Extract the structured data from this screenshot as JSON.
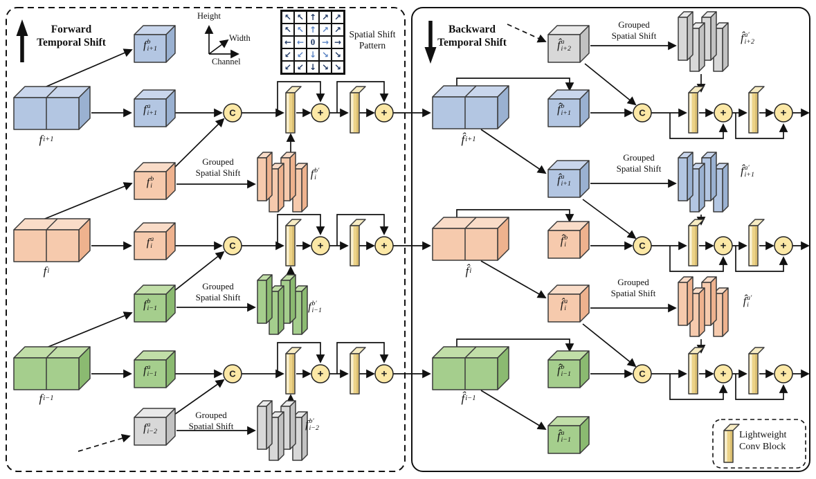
{
  "shared": {
    "grouped": "Grouped\nSpatial Shift",
    "concat": "C",
    "add": "+"
  },
  "left_panel": {
    "title": "Forward\nTemporal Shift",
    "axes": {
      "height": "Height",
      "width": "Width",
      "channel": "Channel"
    },
    "pattern": {
      "title": "Spatial Shift\nPattern",
      "rows": [
        [
          "↖",
          "↖",
          "↑",
          "↗",
          "↗"
        ],
        [
          "↖",
          "↖",
          "↑",
          "↗",
          "↗"
        ],
        [
          "←",
          "←",
          "0",
          "→",
          "→"
        ],
        [
          "↙",
          "↙",
          "↓",
          "↘",
          "↘"
        ],
        [
          "↙",
          "↙",
          "↓",
          "↘",
          "↘"
        ]
      ]
    }
  },
  "right_panel": {
    "title": "Backward\nTemporal Shift"
  },
  "legend": {
    "label": "Lightweight\nConv Block"
  },
  "lm": {
    "f_ip1": {
      "base": "f",
      "sub": "i+1"
    },
    "f_ip1_b": {
      "base": "f",
      "sub": "i+1",
      "sup": "b"
    },
    "f_ip1_a": {
      "base": "f",
      "sub": "i+1",
      "sup": "a"
    },
    "f_i": {
      "base": "f",
      "sub": "i"
    },
    "f_i_b": {
      "base": "f",
      "sub": "i",
      "sup": "b"
    },
    "f_i_a": {
      "base": "f",
      "sub": "i",
      "sup": "a"
    },
    "f_i_bp": {
      "base": "f",
      "sub": "i",
      "sup": "b′"
    },
    "f_im1": {
      "base": "f",
      "sub": "i−1"
    },
    "f_im1_b": {
      "base": "f",
      "sub": "i−1",
      "sup": "b"
    },
    "f_im1_a": {
      "base": "f",
      "sub": "i−1",
      "sup": "a"
    },
    "f_im1_bp": {
      "base": "f",
      "sub": "i−1",
      "sup": "b′"
    },
    "f_im2_a": {
      "base": "f",
      "sub": "i−2",
      "sup": "a"
    },
    "f_im2_bp": {
      "base": "f",
      "sub": "i−2",
      "sup": "b′"
    }
  },
  "rm": {
    "h_ip2_a": {
      "base": "f̂",
      "sub": "i+2",
      "sup": "a"
    },
    "h_ip2_ap": {
      "base": "f̂",
      "sub": "i+2",
      "sup": "a′"
    },
    "h_ip1": {
      "base": "f̂",
      "sub": "i+1"
    },
    "h_ip1_b": {
      "base": "f̂",
      "sub": "i+1",
      "sup": "b"
    },
    "h_ip1_a": {
      "base": "f̂",
      "sub": "i+1",
      "sup": "a"
    },
    "h_ip1_ap": {
      "base": "f̂",
      "sub": "i+1",
      "sup": "a′"
    },
    "h_i": {
      "base": "f̂",
      "sub": "i"
    },
    "h_i_b": {
      "base": "f̂",
      "sub": "i",
      "sup": "b"
    },
    "h_i_a": {
      "base": "f̂",
      "sub": "i",
      "sup": "a"
    },
    "h_i_ap": {
      "base": "f̂",
      "sub": "i",
      "sup": "a′"
    },
    "h_im1": {
      "base": "f̂",
      "sub": "i−1"
    },
    "h_im1_b": {
      "base": "f̂",
      "sub": "i−1",
      "sup": "b"
    },
    "h_im1_a": {
      "base": "f̂",
      "sub": "i−1",
      "sup": "a"
    }
  },
  "palette": {
    "blue": {
      "front": "#b3c6e2",
      "top": "#c9d6ec",
      "side": "#9ab1d1"
    },
    "pink": {
      "front": "#f6caad",
      "top": "#f9dcc8",
      "side": "#eeb28e"
    },
    "green": {
      "front": "#a5ce8d",
      "top": "#c1dea8",
      "side": "#8bba71"
    },
    "gray": {
      "front": "#d8d8d8",
      "top": "#e9e9e9",
      "side": "#c2c2c2"
    },
    "conv": {
      "front": "#ecd388",
      "top": "#f7ecc3",
      "strip": "#f8f0d2",
      "shade": "#d8bc6e"
    },
    "circle": "#fce8a6",
    "stroke": "#3a3a3a",
    "arrow": "#111111",
    "pattern_dark": "#1f3864",
    "pattern_light": "#5b84c4"
  }
}
